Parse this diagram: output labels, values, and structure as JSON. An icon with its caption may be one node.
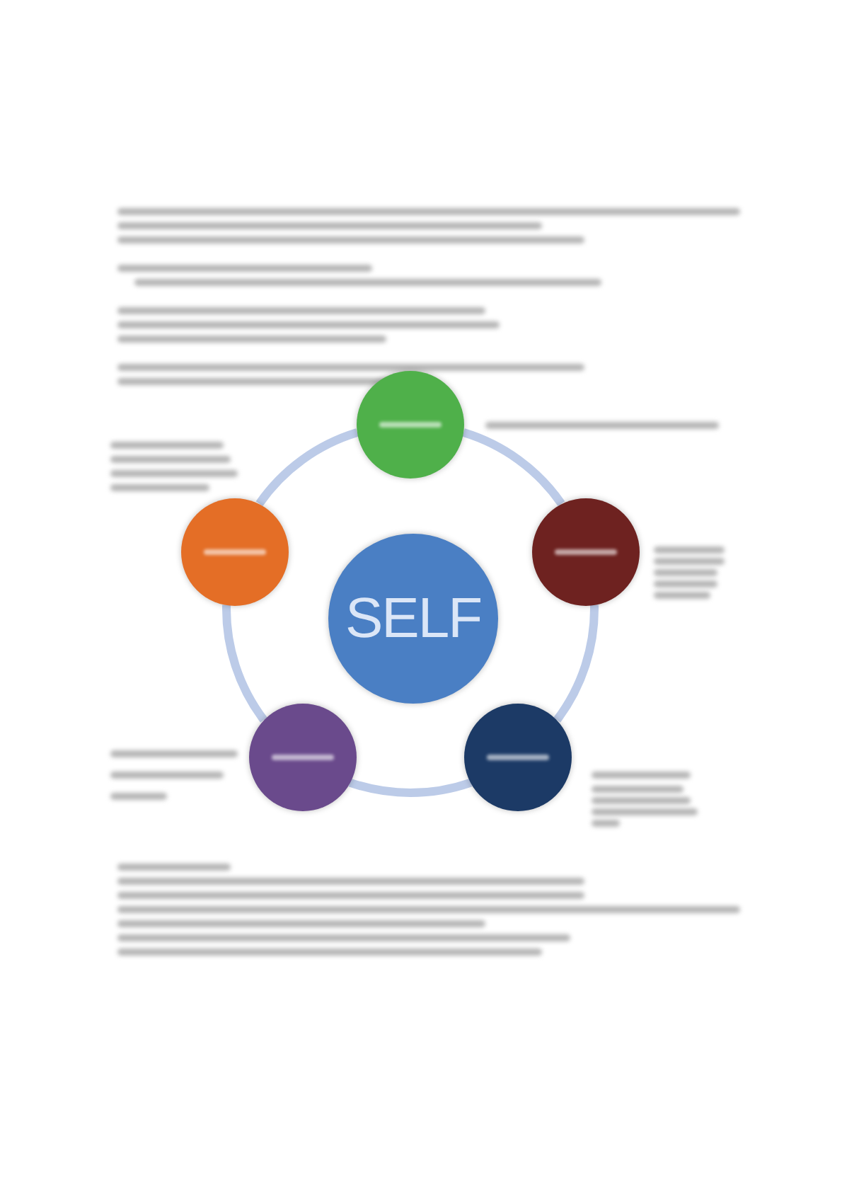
{
  "diagram": {
    "nodes": [
      {
        "text": [
          "SELF"
        ]
      },
      {
        "text": [],
        "shape": "circle"
      },
      {
        "text": [],
        "shape": "circle"
      },
      {
        "text": [],
        "shape": "circle"
      },
      {
        "text": [],
        "shape": "circle"
      },
      {
        "text": [],
        "shape": "circle"
      }
    ],
    "edges": [
      {
        "from": 1,
        "to": 3,
        "arrow": "none"
      },
      {
        "from": 3,
        "to": 5,
        "arrow": "none"
      },
      {
        "from": 5,
        "to": 4,
        "arrow": "none"
      },
      {
        "from": 4,
        "to": 2,
        "arrow": "none"
      },
      {
        "from": 2,
        "to": 1,
        "arrow": "none"
      }
    ]
  }
}
